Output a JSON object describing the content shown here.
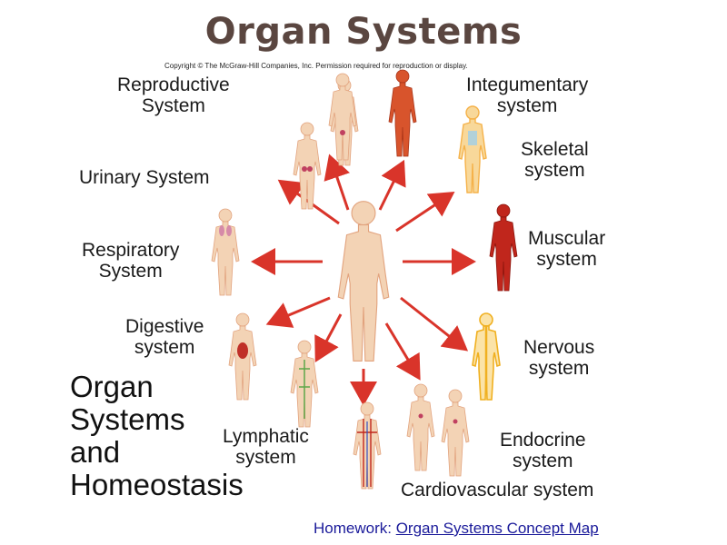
{
  "slide": {
    "title": "Organ Systems",
    "homework_prefix": "Homework:",
    "homework_link": "Organ Systems Concept Map"
  },
  "figure": {
    "copyright": "Copyright © The McGraw-Hill Companies, Inc. Permission required for reproduction or display.",
    "big_title": [
      "Organ",
      "Systems",
      "and",
      "Homeostasis"
    ],
    "labels": {
      "reproductive": [
        "Reproductive",
        "System"
      ],
      "integumentary": [
        "Integumentary",
        "system"
      ],
      "urinary": [
        "Urinary System"
      ],
      "skeletal": [
        "Skeletal",
        "system"
      ],
      "respiratory": [
        "Respiratory",
        "System"
      ],
      "muscular": [
        "Muscular",
        "system"
      ],
      "digestive": [
        "Digestive",
        "system"
      ],
      "nervous": [
        "Nervous",
        "system"
      ],
      "lymphatic": [
        "Lymphatic",
        "system"
      ],
      "endocrine": [
        "Endocrine",
        "system"
      ],
      "cardiovascular": [
        "Cardiovascular system"
      ]
    },
    "colors": {
      "arrow": "#d9342a",
      "skin": "#f3d3b5",
      "skin_outline": "#e2a37e",
      "muscle": "#c0261c",
      "nervous": "#f0b020",
      "skeleton": "#f5b24a",
      "integumentary": "#d8542c"
    }
  }
}
